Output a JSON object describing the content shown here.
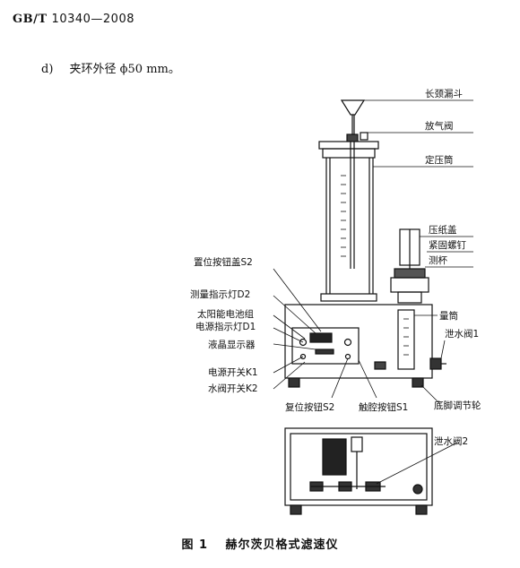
{
  "header": {
    "standard_code": "GB/T",
    "standard_number": "10340—2008"
  },
  "item_d": {
    "label": "d)",
    "text": "夹环外径 ϕ50 mm。"
  },
  "figure": {
    "labels": {
      "funnel": "长颈漏斗",
      "vent_valve": "放气阀",
      "pressure_cylinder": "定压筒",
      "paper_cover": "压纸盖",
      "clamp_screw": "紧固螺钉",
      "test_cup": "测杯",
      "reset_cover": "置位按钮盖S2",
      "measure_lamp": "测量指示灯D2",
      "solar_battery": "太阳能电池组",
      "power_lamp": "电源指示灯D1",
      "lcd": "液晶显示器",
      "power_switch": "电源开关K1",
      "water_switch": "水阀开关K2",
      "reset_button": "复位按钮S2",
      "touch_button": "触腔按钮S1",
      "measuring_cylinder": "量筒",
      "drain_valve_1": "泄水阀1",
      "foot_adjuster": "底脚调节轮",
      "drain_valve_2": "泄水阀2"
    }
  },
  "caption": {
    "figure_no": "图 1",
    "title": "赫尔茨贝格式滤速仪"
  }
}
